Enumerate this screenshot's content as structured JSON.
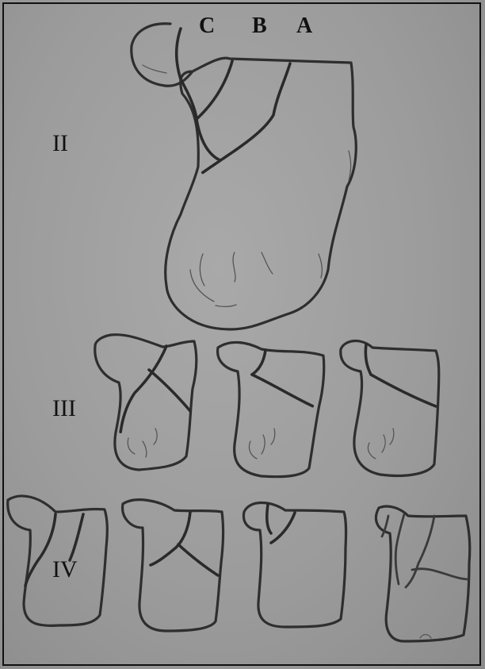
{
  "column_labels": {
    "c": "C",
    "b": "B",
    "a": "A"
  },
  "row_labels": {
    "ii": "II",
    "iii": "III",
    "iv": "IV"
  }
}
